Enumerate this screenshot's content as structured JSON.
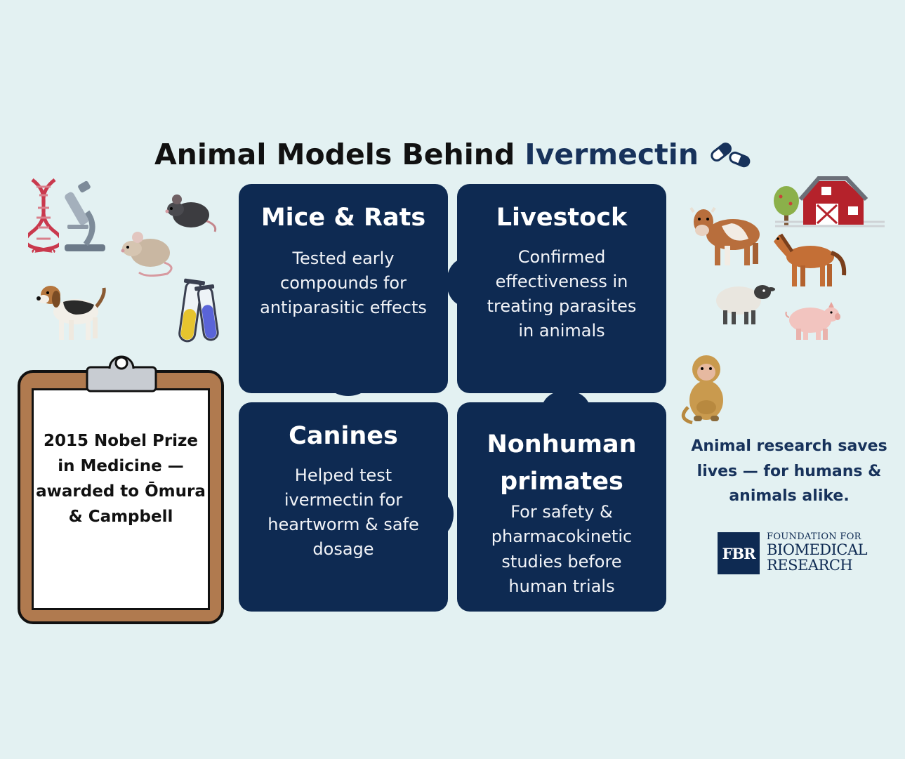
{
  "title": {
    "main": "Animal Models Behind",
    "accent": "Ivermectin",
    "icon": "pill-icon"
  },
  "pieces": [
    {
      "title": "Mice & Rats",
      "text": "Tested early compounds for antiparasitic effects"
    },
    {
      "title": "Livestock",
      "text": "Confirmed effectiveness in treating parasites in animals"
    },
    {
      "title": "Canines",
      "text": "Helped test ivermectin for heartworm & safe dosage"
    },
    {
      "title": "Nonhuman primates",
      "text": "For safety & pharmacokinetic studies before human trials"
    }
  ],
  "clipboard": {
    "text": "2015 Nobel Prize in Medicine — awarded to Ōmura & Campbell"
  },
  "side_message": "Animal research saves lives — for humans & animals alike.",
  "logo": {
    "mark": "FBR",
    "line1": "FOUNDATION FOR",
    "line2": "BIOMEDICAL",
    "line3": "RESEARCH"
  },
  "icons": [
    "dna-icon",
    "microscope-icon",
    "mouse-icon",
    "rat-icon",
    "beagle-icon",
    "test-tubes-icon",
    "cow-icon",
    "barn-icon",
    "tree-icon",
    "horse-icon",
    "sheep-icon",
    "pig-icon",
    "monkey-icon"
  ],
  "colors": {
    "navy": "#0e2a52",
    "background": "#e3f1f2",
    "clipboard": "#b07a4f"
  }
}
